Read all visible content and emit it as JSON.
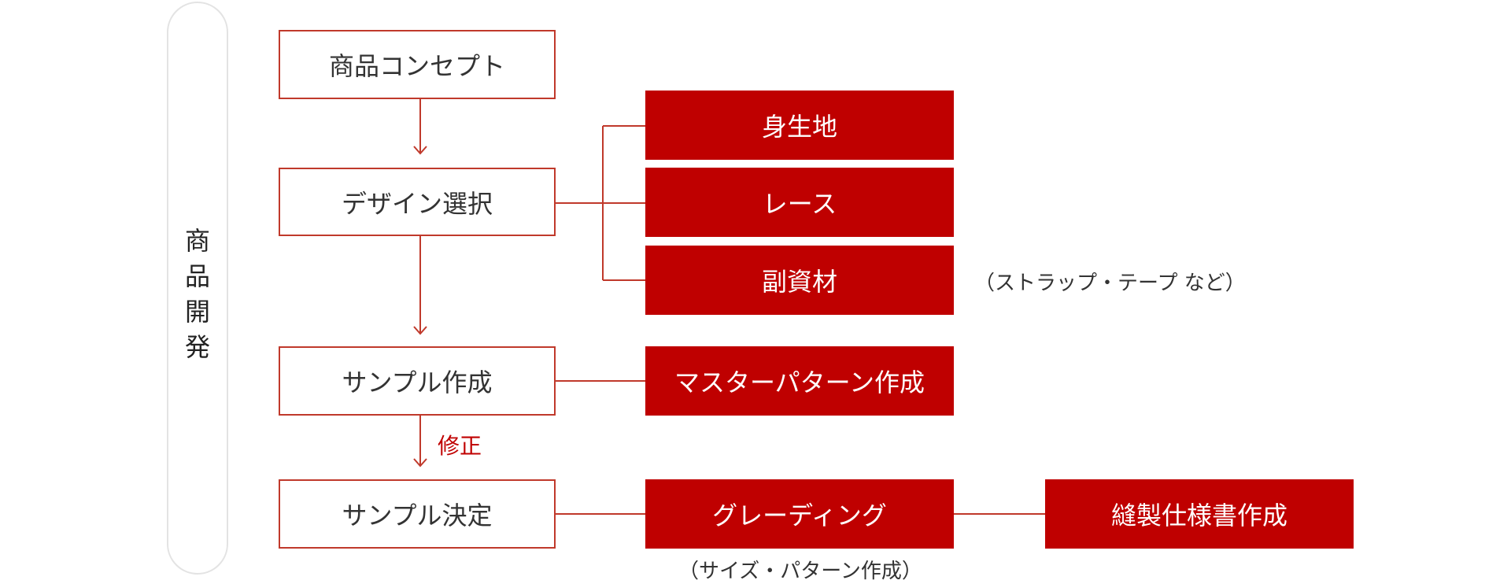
{
  "side": {
    "label_chars": [
      "商",
      "品",
      "開",
      "発"
    ]
  },
  "steps": {
    "concept": "商品コンセプト",
    "design_select": "デザイン選択",
    "sample_make": "サンプル作成",
    "sample_decide": "サンプル決定"
  },
  "materials": {
    "body_fabric": "身生地",
    "lace": "レース",
    "sub_materials": "副資材",
    "sub_materials_note": "（ストラップ・テープ など）"
  },
  "processes": {
    "master_pattern": "マスターパターン作成",
    "grading": "グレーディング",
    "grading_note": "（サイズ・パターン作成）",
    "sewing_spec": "縫製仕様書作成"
  },
  "arrows": {
    "revision_label": "修正"
  },
  "colors": {
    "accent": "#bf0000",
    "line": "#c0392b",
    "pill_border": "#e3e3e3"
  }
}
